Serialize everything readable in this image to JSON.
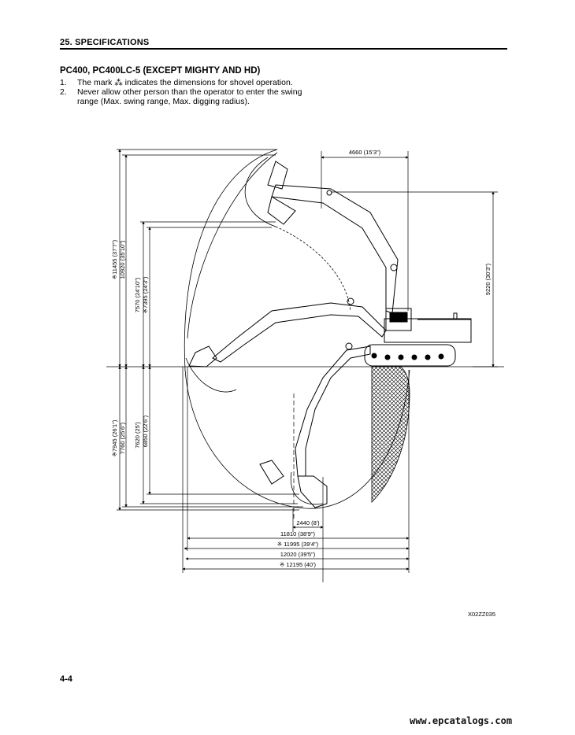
{
  "header": {
    "section_title": "25. SPECIFICATIONS"
  },
  "title": "PC400, PC400LC-5 (EXCEPT MIGHTY AND HD)",
  "notes": [
    {
      "number": "1.",
      "before_mark": "The mark ",
      "mark": "⁂",
      "after_mark": " indicates the dimensions for shovel operation."
    },
    {
      "number": "2.",
      "line1": "Never allow other person than the operator to enter the swing",
      "line2": "range (Max. swing range, Max. digging radius)."
    }
  ],
  "dimensions": {
    "top_width": "4660 (15'3\")",
    "right_height": "9220 (30'3\")",
    "left_upper": [
      "※11455 (37'7\")",
      "10920 (35'10\")",
      "7570 (24'10\")",
      "※7395 (24'3\")"
    ],
    "left_lower": [
      "※7945 (26'1\")",
      "7760 (25'6\")",
      "7620 (25')",
      "6850 (22'6\")"
    ],
    "bottom": [
      "2440 (8')",
      "11810 (38'9\")",
      "※ 11995 (39'4\")",
      "12020 (39'5\")",
      "※ 12195 (40')"
    ]
  },
  "figure_code": "X02ZZ035",
  "page_number": "4-4",
  "watermark": "www.epcatalogs.com"
}
